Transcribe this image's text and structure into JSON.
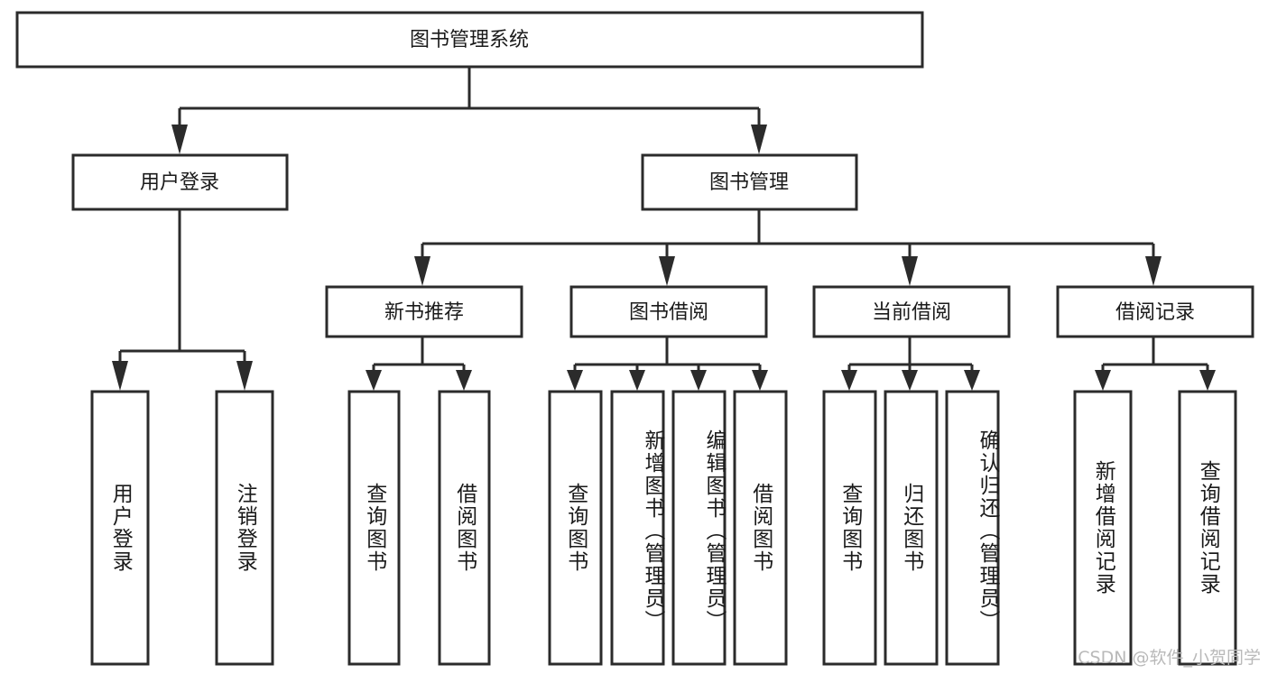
{
  "diagram": {
    "title": "图书管理系统",
    "watermark": "CSDN @软件_小贺同学",
    "colors": {
      "stroke": "#2b2b2b",
      "fill": "#ffffff",
      "text": "#1a1a1a",
      "watermark": "#b9b9b9",
      "background": "#ffffff"
    },
    "root": {
      "label": "图书管理系统",
      "orientation": "horizontal"
    },
    "level2": [
      {
        "label": "用户登录",
        "orientation": "horizontal"
      },
      {
        "label": "图书管理",
        "orientation": "horizontal"
      }
    ],
    "level3": [
      {
        "label": "新书推荐",
        "orientation": "horizontal",
        "parent": "图书管理"
      },
      {
        "label": "图书借阅",
        "orientation": "horizontal",
        "parent": "图书管理"
      },
      {
        "label": "当前借阅",
        "orientation": "horizontal",
        "parent": "图书管理"
      },
      {
        "label": "借阅记录",
        "orientation": "horizontal",
        "parent": "图书管理"
      }
    ],
    "leaves": {
      "user_login": [
        {
          "label": "用户登录",
          "orientation": "vertical"
        },
        {
          "label": "注销登录",
          "orientation": "vertical"
        }
      ],
      "new_book_recommend": [
        {
          "label": "查询图书",
          "orientation": "vertical"
        },
        {
          "label": "借阅图书",
          "orientation": "vertical"
        }
      ],
      "book_borrow": [
        {
          "label": "查询图书",
          "orientation": "vertical"
        },
        {
          "label": "新增图书（管理员）",
          "orientation": "vertical"
        },
        {
          "label": "编辑图书（管理员）",
          "orientation": "vertical"
        },
        {
          "label": "借阅图书",
          "orientation": "vertical"
        }
      ],
      "current_borrow": [
        {
          "label": "查询图书",
          "orientation": "vertical"
        },
        {
          "label": "归还图书",
          "orientation": "vertical"
        },
        {
          "label": "确认归还（管理员）",
          "orientation": "vertical"
        }
      ],
      "borrow_record": [
        {
          "label": "新增借阅记录",
          "orientation": "vertical"
        },
        {
          "label": "查询借阅记录",
          "orientation": "vertical"
        }
      ]
    }
  }
}
